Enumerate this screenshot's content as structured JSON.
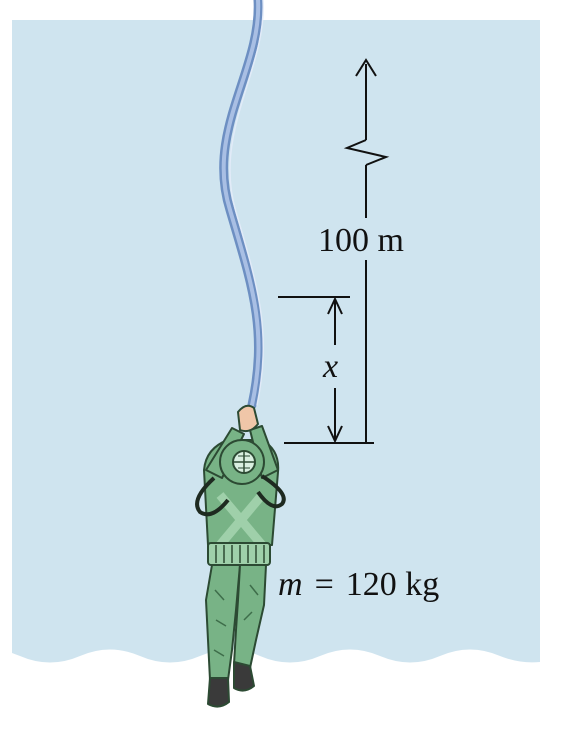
{
  "labels": {
    "depth": "100 m",
    "displacement": "x",
    "mass_symbol": "m",
    "mass_equals": "=",
    "mass_value": "120 kg"
  },
  "colors": {
    "water": "#cfe4ef",
    "rope": "#7f9fcc",
    "rope_highlight": "#c7d6ef",
    "suit": "#78b386",
    "suit_dark": "#4f8d5e",
    "outline": "#2c4a33",
    "ink": "#111111"
  }
}
